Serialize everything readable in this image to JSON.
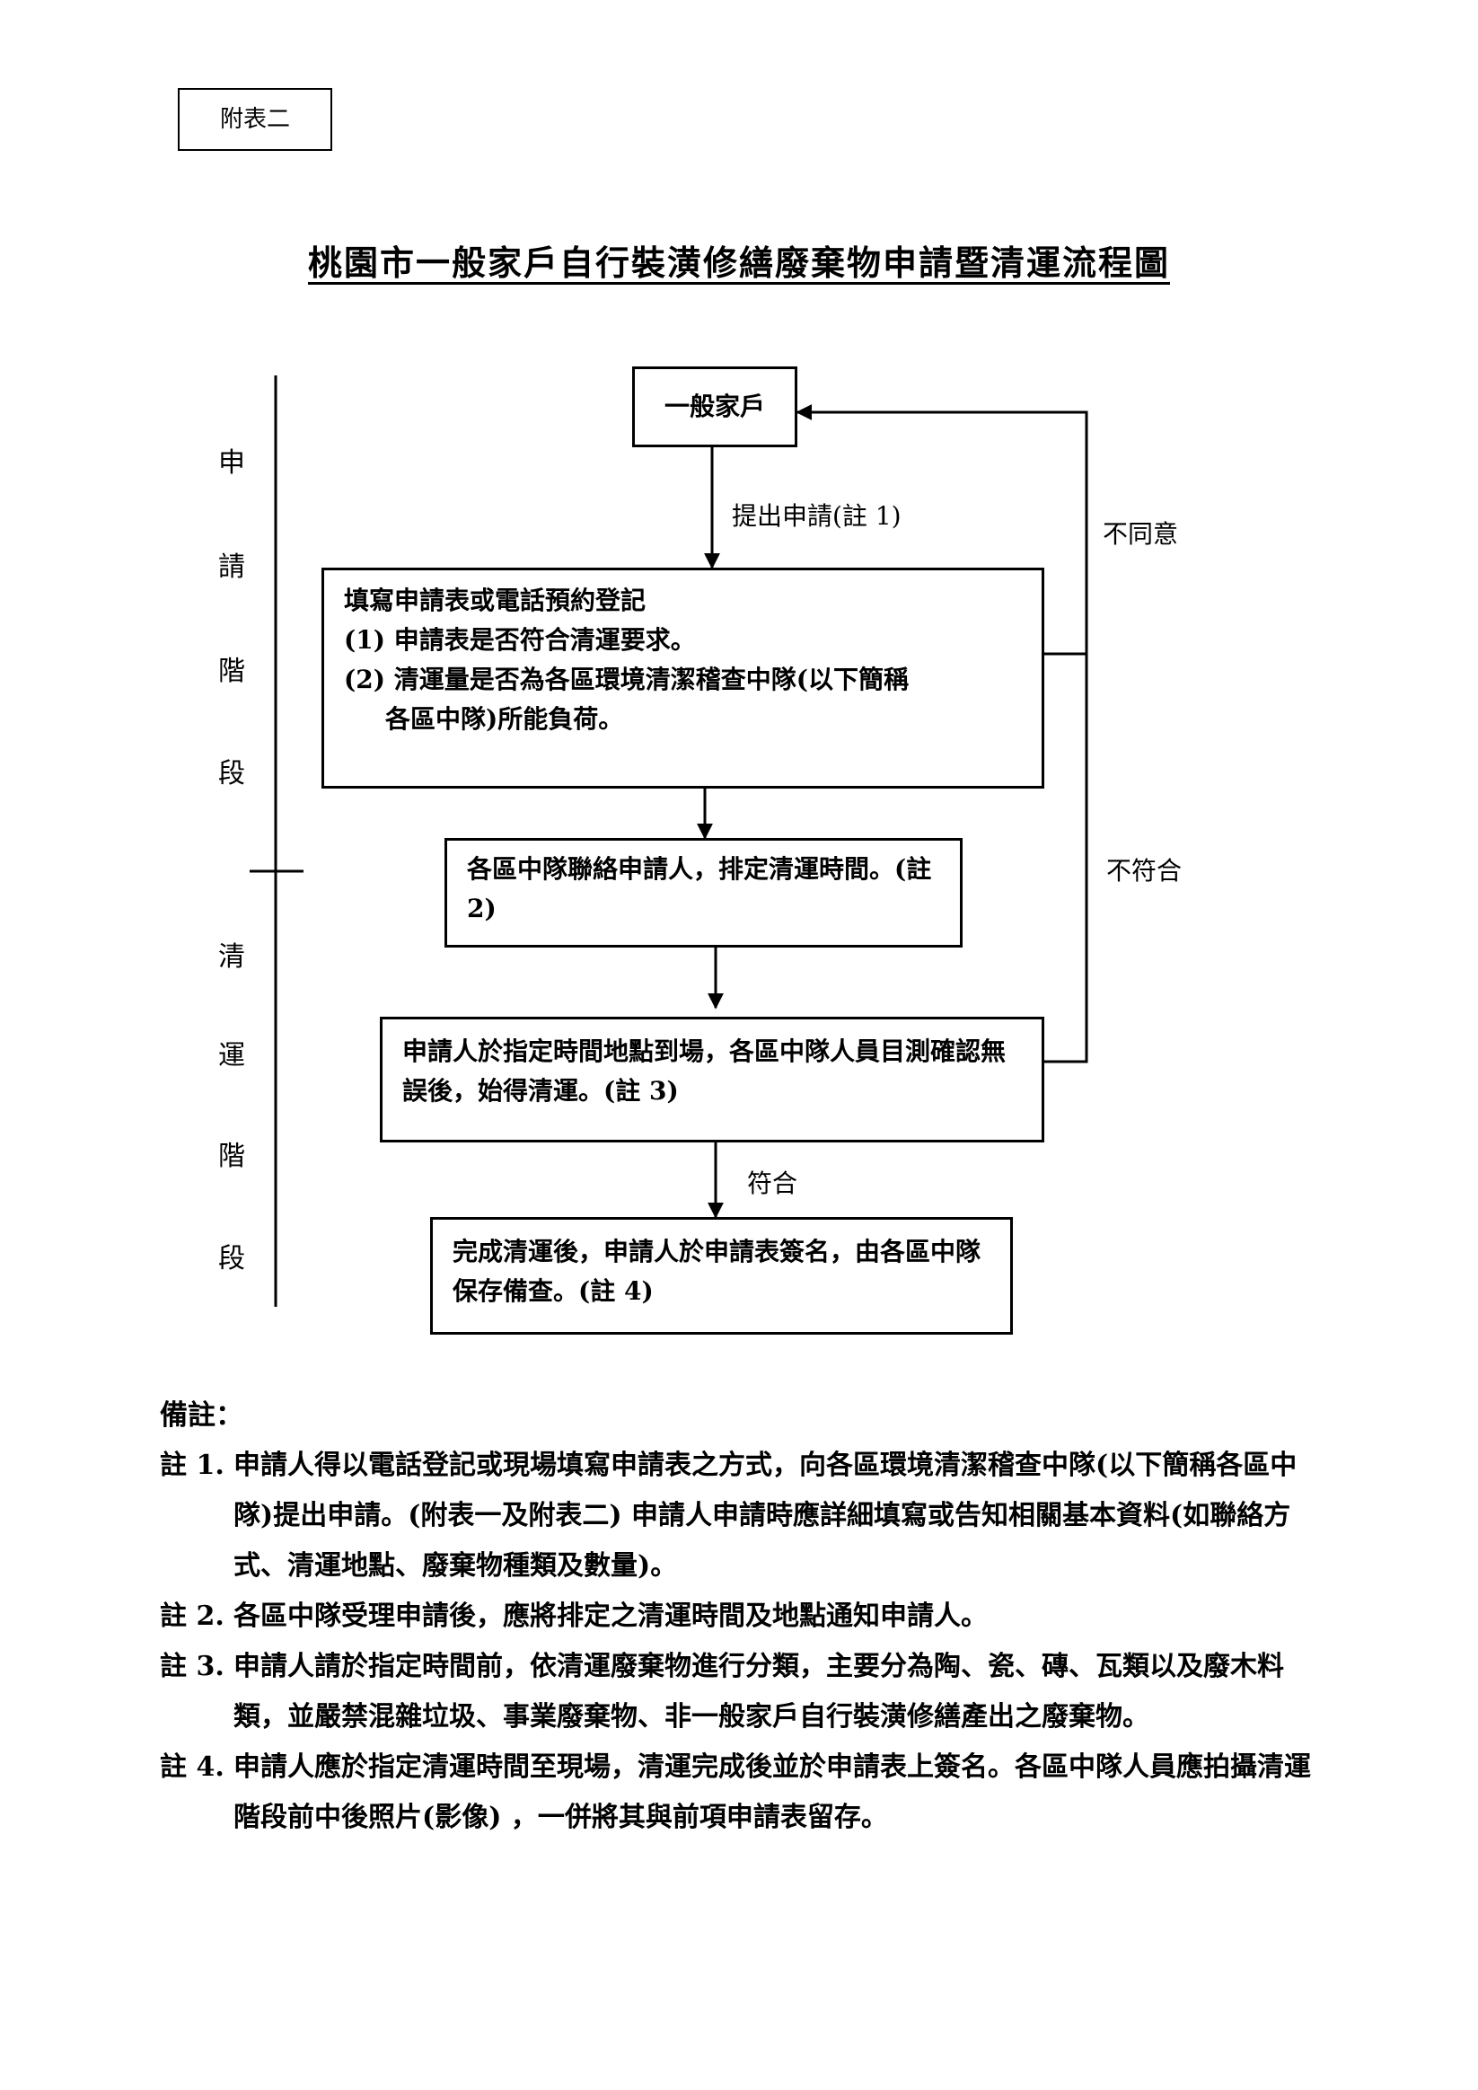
{
  "tag": "附表二",
  "title": "桃園市一般家戶自行裝潢修繕廢棄物申請暨清運流程圖",
  "stages": {
    "apply": [
      "申",
      "請",
      "階",
      "段"
    ],
    "clear": [
      "清",
      "運",
      "階",
      "段"
    ]
  },
  "flow": {
    "start": "一般家戶",
    "submit_label": "提出申請(註 1)",
    "step1_title": "填寫申請表或電話預約登記",
    "step1_item1": "(1) 申請表是否符合清運要求。",
    "step1_item2a": "(2) 清運量是否為各區環境清潔稽查中隊(以下簡稱",
    "step1_item2b": "各區中隊)所能負荷。",
    "step2": "各區中隊聯絡申請人，排定清運時間。(註 2)",
    "step3": "申請人於指定時間地點到場，各區中隊人員目測確認無誤後，始得清運。(註 3)",
    "step4": "完成清運後，申請人於申請表簽名，由各區中隊保存備查。(註 4)",
    "disagree": "不同意",
    "nonconform": "不符合",
    "conform": "符合"
  },
  "notes": {
    "heading": "備註：",
    "items": [
      {
        "key": "註 1.",
        "text": "申請人得以電話登記或現場填寫申請表之方式，向各區環境清潔稽查中隊(以下簡稱各區中隊)提出申請。(附表一及附表二) 申請人申請時應詳細填寫或告知相關基本資料(如聯絡方式、清運地點、廢棄物種類及數量)。"
      },
      {
        "key": "註 2.",
        "text": "各區中隊受理申請後，應將排定之清運時間及地點通知申請人。"
      },
      {
        "key": "註 3.",
        "text": "申請人請於指定時間前，依清運廢棄物進行分類，主要分為陶、瓷、磚、瓦類以及廢木料類，並嚴禁混雜垃圾、事業廢棄物、非一般家戶自行裝潢修繕產出之廢棄物。"
      },
      {
        "key": "註 4.",
        "text": "申請人應於指定清運時間至現場，清運完成後並於申請表上簽名。各區中隊人員應拍攝清運階段前中後照片(影像) ，一併將其與前項申請表留存。"
      }
    ]
  }
}
